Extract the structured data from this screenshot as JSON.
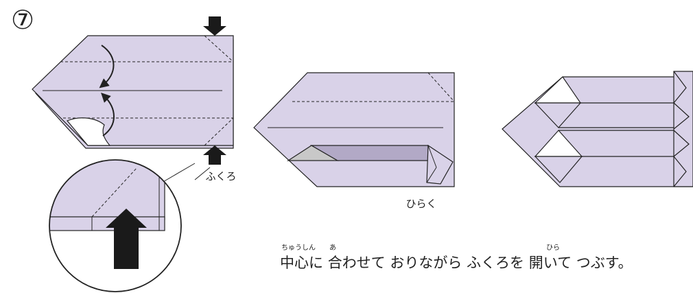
{
  "step": {
    "number": "⑦"
  },
  "labels": {
    "pocket": "ふくろ",
    "open": "ひらく"
  },
  "instruction": {
    "segments": [
      {
        "text": "中心",
        "ruby": "ちゅうしん"
      },
      {
        "text": "に "
      },
      {
        "text": "合",
        "ruby": "あ"
      },
      {
        "text": "わせて おりながら ふくろを "
      },
      {
        "text": "開",
        "ruby": "ひら"
      },
      {
        "text": "いて つぶす。"
      }
    ]
  },
  "colors": {
    "paper": "#d9d2e8",
    "paper_dark": "#b2a9c6",
    "paper_gray": "#c8c8c8",
    "line": "#222222",
    "arrow": "#1a1a1a"
  },
  "icons": {
    "push_arrow_top": "down-arrow-icon",
    "push_arrow_bottom": "up-arrow-icon",
    "fold_arrow": "curved-fold-arrow-icon"
  }
}
